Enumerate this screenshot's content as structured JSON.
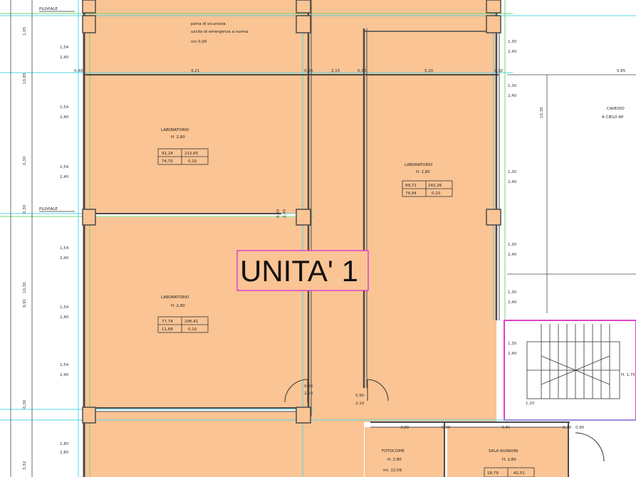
{
  "colors": {
    "room_fill": "#fac494",
    "wall": "#4a4a4a",
    "guide_cyan": "#4fd6e8",
    "guide_green": "#72d672",
    "highlight_magenta": "#e040d0"
  },
  "unit_label": "UNITA' 1",
  "markers": {
    "flow_top": "PLUVIALE",
    "flow_mid": "PLUVIALE"
  },
  "notes": {
    "top_line1": "porta di sicurezza",
    "top_line2": "uscita di emergenza a norma",
    "top_line3": "cm 0,00"
  },
  "rooms": {
    "lab1": {
      "name": "LABORATORIO",
      "height": "H. 2,80",
      "t": [
        "91,24",
        "212,65",
        "74,70",
        "0,10"
      ]
    },
    "lab2": {
      "name": "LABORATORIO",
      "height": "H. 2,80",
      "t": [
        "89,72",
        "242,26",
        "74,94",
        "0,10"
      ]
    },
    "lab3": {
      "name": "LABORATORIO",
      "height": "H. 2,80",
      "t": [
        "77,74",
        "206,41",
        "11,68",
        "0,10"
      ]
    },
    "fotocopie": {
      "name": "FOTOCOPIE",
      "height": "H. 2,80",
      "extra": "ml. 12,09"
    },
    "sala": {
      "name": "SALA RIUNIONI",
      "height": "H. 2,80",
      "t": [
        "18,79",
        "42,51"
      ]
    },
    "right": {
      "line1": "CAVEDIO",
      "line2": "A CIELO AP"
    }
  },
  "doors": {
    "d1": {
      "w": "0,90",
      "h": "2,10"
    },
    "d2": {
      "w": "0,90",
      "h": "2,10"
    }
  },
  "dims": {
    "left_col": [
      "1,54",
      "2,40",
      "1,54",
      "2,40",
      "1,54",
      "2,40",
      "1,54",
      "2,40",
      "1,54",
      "2,40",
      "1,54",
      "2,40",
      "1,80",
      "2,80"
    ],
    "right_col": [
      "1,30",
      "2,40",
      "1,30",
      "2,40",
      "1,30",
      "2,40",
      "1,30",
      "2,40",
      "1,30",
      "2,40",
      "1,30",
      "2,40"
    ],
    "top_row": [
      "0,40",
      "9,21",
      "0,30",
      "2,15",
      "0,30",
      "5,20",
      "0,30"
    ],
    "bottom_row": [
      "3,80",
      "0,30",
      "3,45",
      "0,30",
      "0,90"
    ],
    "outer_left": [
      "1,05",
      "10,85",
      "0,30",
      "0,30",
      "10,30",
      "9,91",
      "0,30",
      "3,32"
    ],
    "mid_small": [
      "0,30",
      "2,40"
    ],
    "right_misc": [
      "0,85",
      "10,30",
      "1,20",
      "H. 1,75"
    ]
  }
}
